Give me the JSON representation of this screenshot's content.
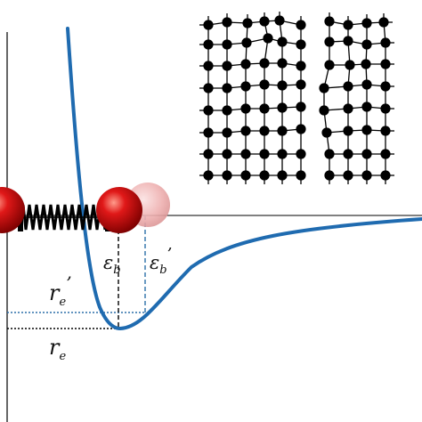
{
  "diagram": {
    "labels": {
      "eps_b": {
        "main": "ε",
        "sub": "b",
        "prime": ""
      },
      "eps_b_prime": {
        "main": "ε",
        "sub": "b",
        "prime": "’"
      },
      "r_e_prime": {
        "main": "r",
        "sub": "e",
        "prime": "’"
      },
      "r_e": {
        "main": "r",
        "sub": "e",
        "prime": ""
      }
    },
    "colors": {
      "curve": "#1f6bb0",
      "dashed_blue": "#2b6fa8",
      "atom_red": "#c80f0f",
      "atom_ghost": "#e8a3a3",
      "lattice": "#000000"
    },
    "icons": [
      "potential-well-curve",
      "spring-icon",
      "atom-icon",
      "lattice-icon"
    ]
  }
}
